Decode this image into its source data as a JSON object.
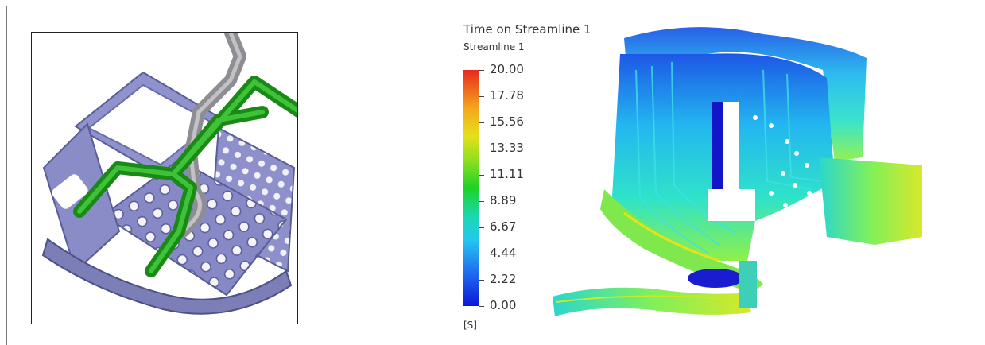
{
  "legend": {
    "title": "Time on Streamline 1",
    "subtitle": "Streamline 1",
    "ticks": [
      "20.00",
      "17.78",
      "15.56",
      "13.33",
      "11.11",
      "8.89",
      "6.67",
      "4.44",
      "2.22",
      "0.00"
    ],
    "unit": "[S]",
    "colors": [
      "#0a17d8",
      "#24c7f0",
      "#1ed224",
      "#e6e01c",
      "#e8281c"
    ]
  },
  "images": {
    "left": "cad-model-basket-with-green-and-gray-pipes",
    "right": "streamline-flow-visualization"
  }
}
